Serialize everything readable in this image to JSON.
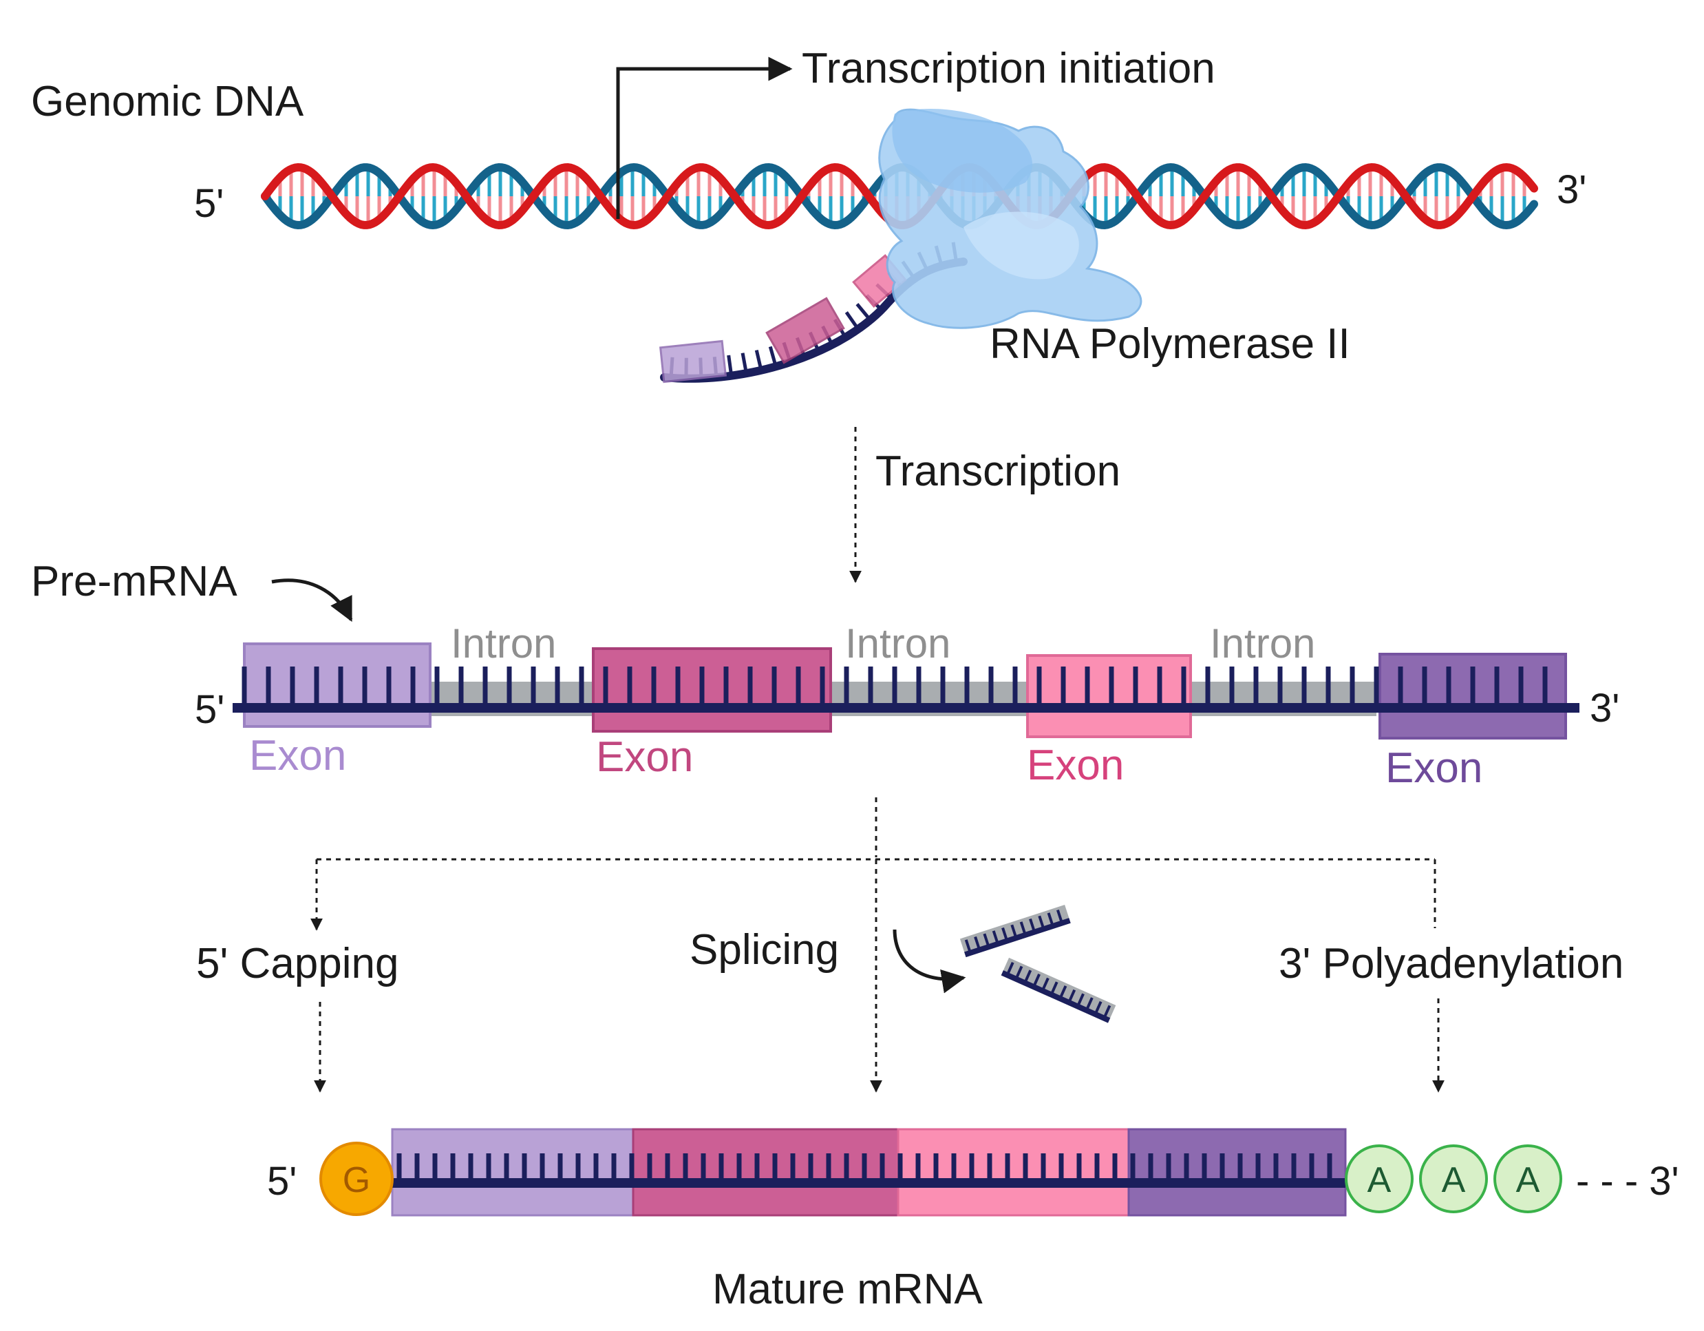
{
  "labels": {
    "genomic_dna": "Genomic DNA",
    "transcription_initiation": "Transcription initiation",
    "dna_5prime": "5'",
    "dna_3prime": "3'",
    "rna_polymerase": "RNA Polymerase II",
    "transcription": "Transcription",
    "pre_mrna": "Pre-mRNA",
    "pre_5prime": "5'",
    "pre_3prime": "3'",
    "intron_1": "Intron",
    "intron_2": "Intron",
    "intron_3": "Intron",
    "exon_1": "Exon",
    "exon_2": "Exon",
    "exon_3": "Exon",
    "exon_4": "Exon",
    "capping": "5' Capping",
    "splicing": "Splicing",
    "polyadenylation": "3' Polyadenylation",
    "mature_5prime": "5'",
    "cap_g": "G",
    "poly_a_1": "A",
    "poly_a_2": "A",
    "poly_a_3": "A",
    "mature_tail": "- - - 3'",
    "mature_mrna": "Mature mRNA"
  },
  "colors": {
    "dna_red": "#d7191c",
    "dna_blue": "#14628a",
    "backbone": "#1b1f5c",
    "intron_gray": "#a9adb0",
    "exon_1": "#b9a2d6",
    "exon_2": "#cc5f95",
    "exon_3": "#fb8fb3",
    "exon_4": "#8d6ab0",
    "exon_1_text": "#a98bd0",
    "exon_2_text": "#c1477f",
    "exon_3_text": "#d6427c",
    "exon_4_text": "#6e4a9a",
    "polymerase": "#a7d0f5",
    "cap": "#f7a800",
    "poly_a": "#d8f0c8",
    "poly_a_stroke": "#3ab24a"
  }
}
